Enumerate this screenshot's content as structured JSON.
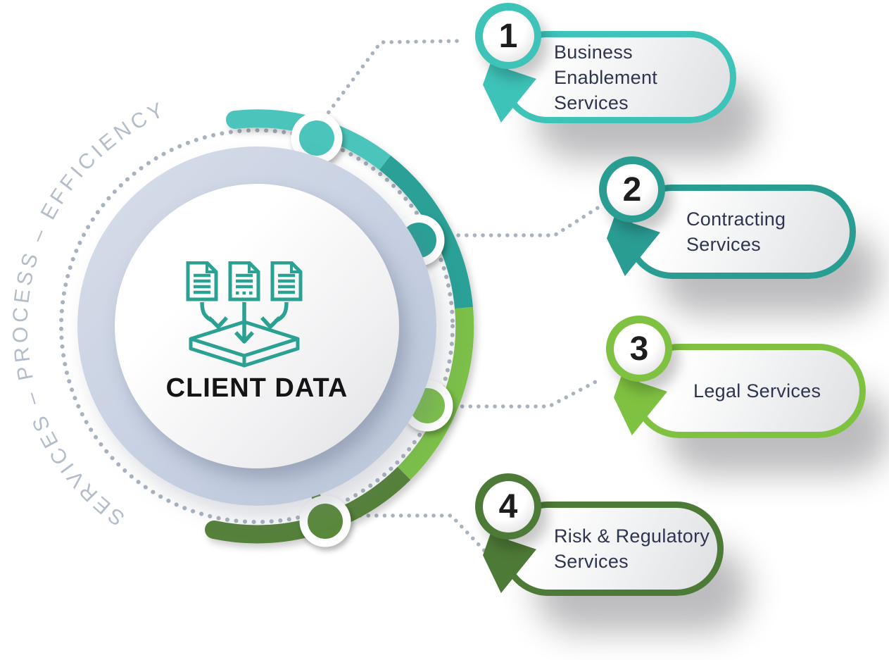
{
  "orbit_text": "SERVICES – PROCESS – EFFICIENCY",
  "center": {
    "label": "CLIENT DATA",
    "icon": "documents-into-tray-icon"
  },
  "services": [
    {
      "number": "1",
      "label": "Business Enablement Services",
      "lines": [
        "Business",
        "Enablement Services"
      ],
      "color": "#3ec3b8"
    },
    {
      "number": "2",
      "label": "Contracting Services",
      "lines": [
        "Contracting",
        "Services"
      ],
      "color": "#2a9d93"
    },
    {
      "number": "3",
      "label": "Legal Services",
      "lines": [
        "Legal Services"
      ],
      "color": "#7fc241"
    },
    {
      "number": "4",
      "label": "Risk & Regulatory Services",
      "lines": [
        "Risk & Regulatory",
        "Services"
      ],
      "color": "#4e7a37"
    }
  ],
  "colors": {
    "background": "#ffffff",
    "ring": "#c7d0e2",
    "center_circle": "#ffffff",
    "icon_stroke": "#2aa193",
    "center_label_text": "#141414",
    "label_text": "#2f3450",
    "number_text": "#1d1d1f",
    "dotted": "#a9b3c0",
    "orbit_text_color": "#b3bdc9",
    "arc_segments": [
      "#4bc5bb",
      "#2aa096",
      "#7cbf4a",
      "#55813a"
    ],
    "node_fills": [
      "#4bc5bb",
      "#2aa096",
      "#7cbf4a",
      "#5b893c"
    ]
  }
}
